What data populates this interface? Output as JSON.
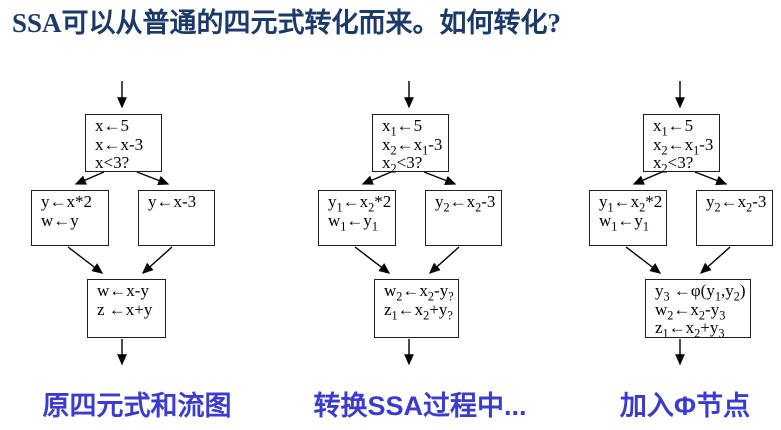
{
  "title": "SSA可以从普通的四元式转化而来。如何转化?",
  "colors": {
    "title": "#1b3a68",
    "caption": "#3c3ccc",
    "box_border": "#1f1f1f",
    "arrow": "#000000"
  },
  "diagrams": [
    {
      "name": "original-quadruples-flow-graph",
      "caption": "原四元式和流图",
      "boxes": {
        "top": [
          "x←5",
          "x←x-3",
          "x<3?"
        ],
        "left": [
          "y←x*2",
          "w←y"
        ],
        "right": [
          "y←x-3"
        ],
        "bottom": [
          "w←x-y",
          "z ←x+y"
        ]
      }
    },
    {
      "name": "converting-to-ssa-in-progress",
      "caption": "转换SSA过程中...",
      "boxes": {
        "top": [
          "x_{1}←5",
          "x_{2}←x_{1}-3",
          "x_{2}<3?"
        ],
        "left": [
          "y_{1}←x_{2}*2",
          "w_{1}←y_{1}"
        ],
        "right": [
          "y_{2}←x_{2}-3"
        ],
        "bottom": [
          "w_{2}←x_{2}-y_{?}",
          "z_{1}←x_{2}+y_{?}"
        ]
      }
    },
    {
      "name": "phi-nodes-added",
      "caption": "加入Φ节点",
      "boxes": {
        "top": [
          "x_{1}←5",
          "x_{2}←x_{1}-3",
          "x_{2}<3?"
        ],
        "left": [
          "y_{1}←x_{2}*2",
          "w_{1}←y_{1}"
        ],
        "right": [
          "y_{2}←x_{2}-3"
        ],
        "bottom": [
          "y_{3} ←φ(y_{1},y_{2})",
          "w_{2}←x_{2}-y_{3}",
          "z_{1}←x_{2}+y_{3}"
        ]
      }
    }
  ]
}
